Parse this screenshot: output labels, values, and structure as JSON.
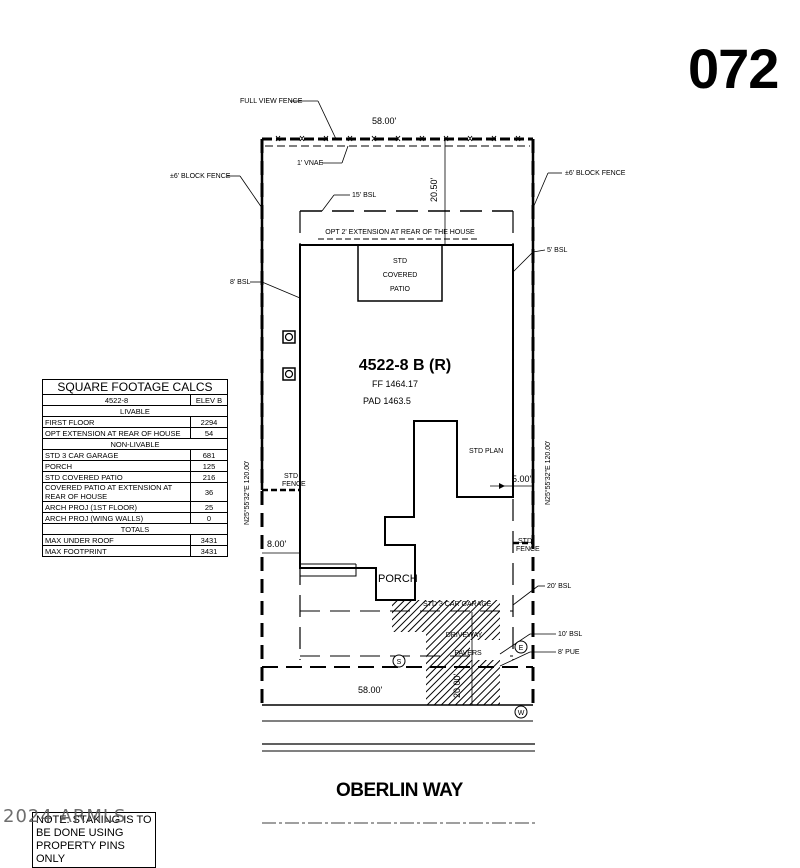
{
  "lot_number": "072",
  "street_name": "OBERLIN WAY",
  "plan": {
    "title": "4522-8 B (R)",
    "ff": "FF 1464.17",
    "pad": "PAD 1463.5",
    "covered_patio": [
      "STD",
      "COVERED",
      "PATIO"
    ],
    "opt_extension": "OPT 2' EXTENSION AT REAR OF THE HOUSE",
    "std_plan": "STD PLAN",
    "porch": "PORCH",
    "garage": "STD 3 CAR GARAGE",
    "driveway": [
      "DRIVEWAY",
      "PAVERS"
    ]
  },
  "dimensions": {
    "front_width": "58.00'",
    "rear_width": "58.00'",
    "right_depth": "N25°55'32\"E  120.00'",
    "left_depth": "N25°55'32\"E  120.00'",
    "rear_setback": "20.50'",
    "left_setback": "8.00'",
    "right_setback": "5.00'",
    "driveway_length": "20.00'"
  },
  "callouts": {
    "full_view_fence": "FULL VIEW FENCE",
    "vnae": "1' VNAE",
    "block_fence_left": "±6' BLOCK FENCE",
    "block_fence_right": "±6' BLOCK FENCE",
    "bsl_15": "15' BSL",
    "bsl_5": "5' BSL",
    "bsl_8": "8' BSL",
    "bsl_20": "20' BSL",
    "bsl_10": "10' BSL",
    "pue_8": "8' PUE",
    "std_fence_left": [
      "STD",
      "FENCE"
    ],
    "std_fence_right": [
      "STD",
      "FENCE"
    ],
    "marker_s": "S",
    "marker_e": "E",
    "marker_w": "W"
  },
  "square_footage": {
    "title": "SQUARE FOOTAGE CALCS",
    "plan_name": "4522-8",
    "elevation": "ELEV B",
    "livable_header": "LIVABLE",
    "livable": [
      {
        "label": "FIRST FLOOR",
        "value": "2294"
      },
      {
        "label": "OPT EXTENSION AT REAR OF HOUSE",
        "value": "54"
      }
    ],
    "non_livable_header": "NON-LIVABLE",
    "non_livable": [
      {
        "label": "STD 3 CAR GARAGE",
        "value": "681"
      },
      {
        "label": "PORCH",
        "value": "125"
      },
      {
        "label": "STD COVERED PATIO",
        "value": "216"
      },
      {
        "label": "COVERED PATIO AT EXTENSION AT REAR OF HOUSE",
        "value": "36"
      },
      {
        "label": "ARCH PROJ (1ST FLOOR)",
        "value": "25"
      },
      {
        "label": "ARCH PROJ (WING WALLS)",
        "value": "0"
      }
    ],
    "totals_header": "TOTALS",
    "totals": [
      {
        "label": "MAX UNDER ROOF",
        "value": "3431"
      },
      {
        "label": "MAX FOOTPRINT",
        "value": "3431"
      }
    ]
  },
  "note": "NOTE: STAKING IS TO BE DONE USING PROPERTY PINS ONLY",
  "watermark": "2024 ARMLS"
}
